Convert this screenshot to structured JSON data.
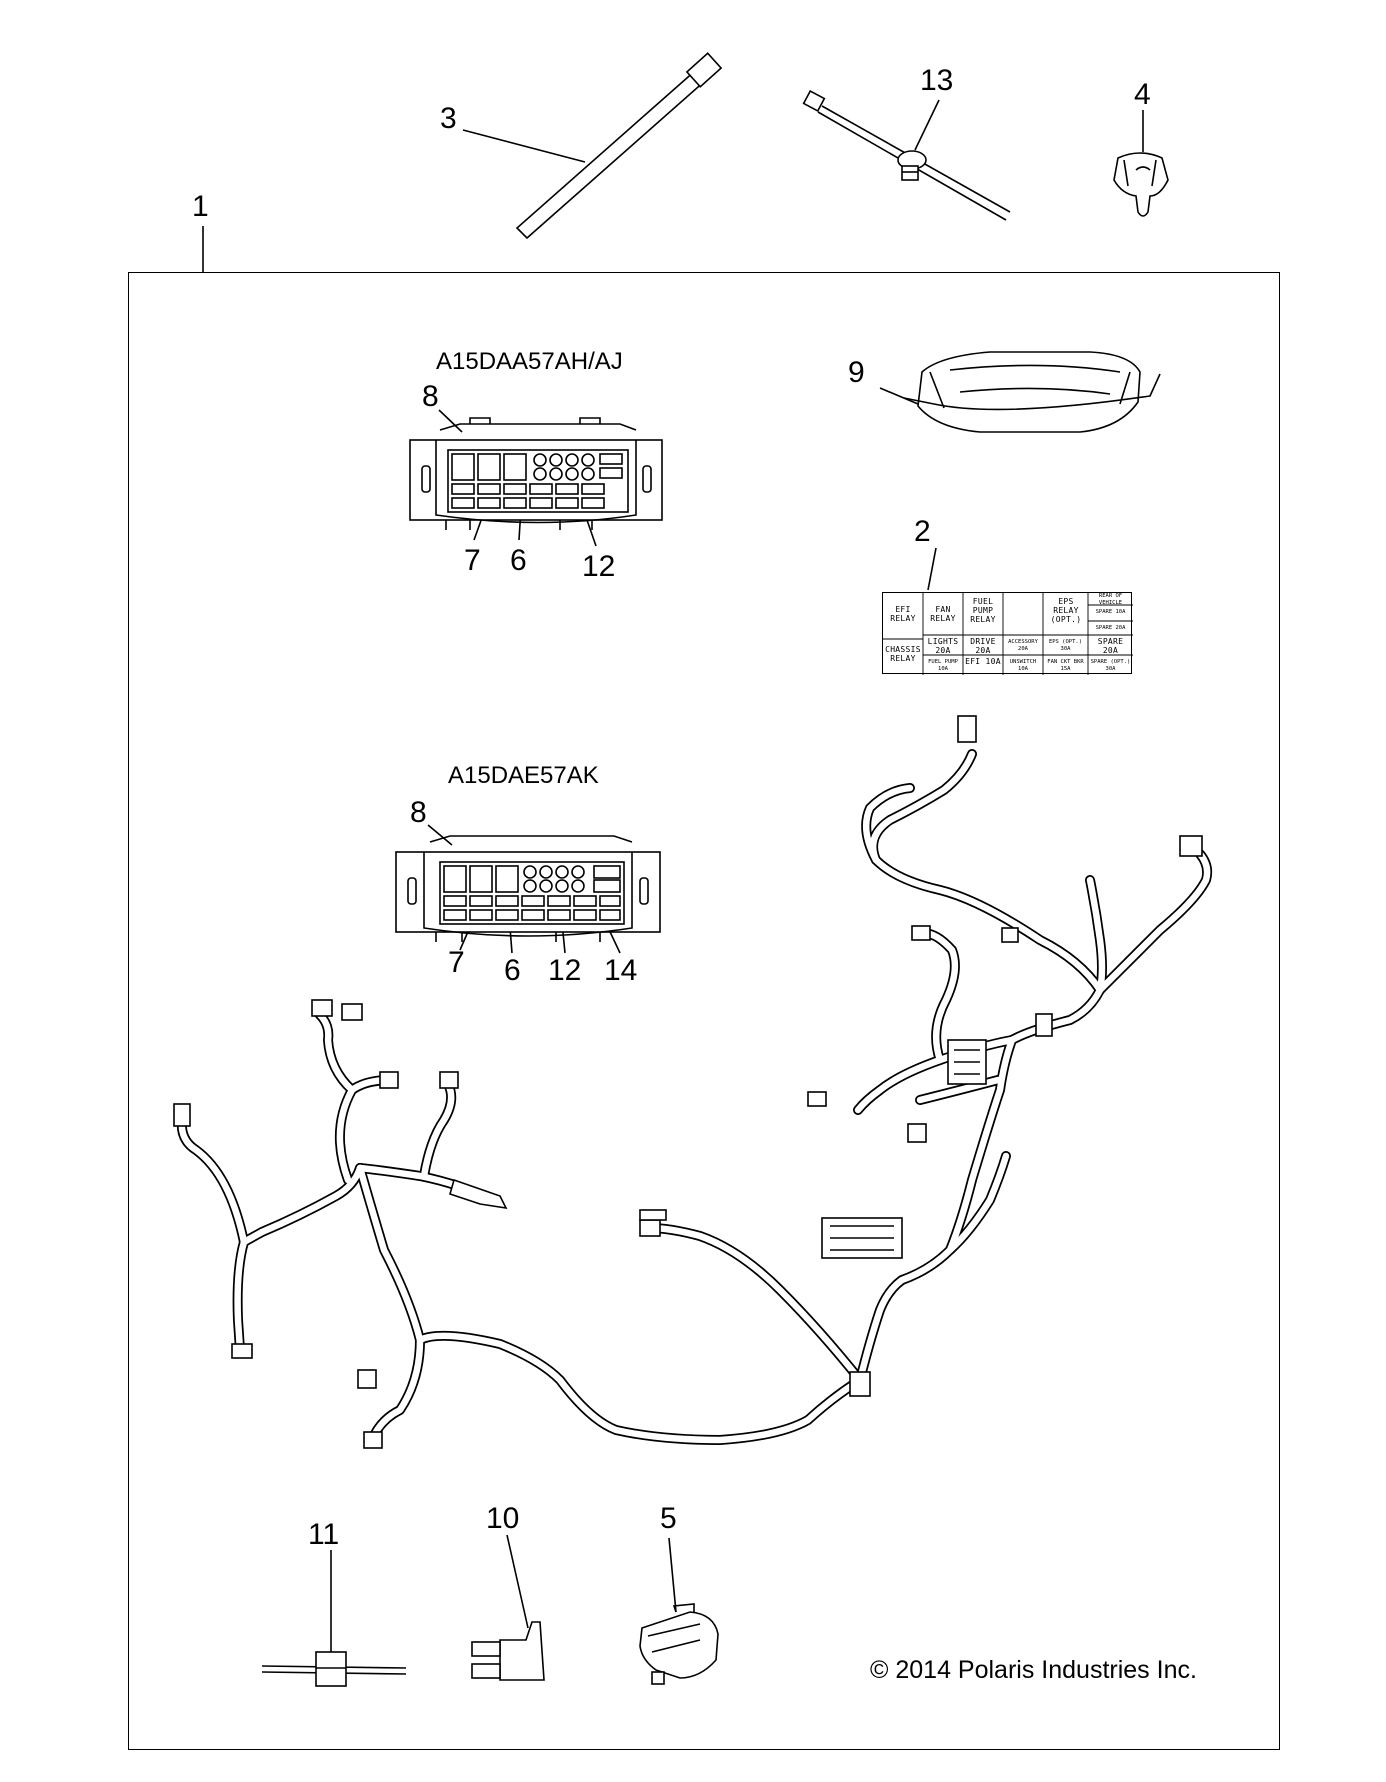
{
  "diagram": {
    "callouts": {
      "c1": "1",
      "c2": "2",
      "c3": "3",
      "c4": "4",
      "c5": "5",
      "c6a": "6",
      "c6b": "6",
      "c7a": "7",
      "c7b": "7",
      "c8a": "8",
      "c8b": "8",
      "c9": "9",
      "c10": "10",
      "c11": "11",
      "c12a": "12",
      "c12b": "12",
      "c13": "13",
      "c14": "14"
    },
    "variants": {
      "upper": "A15DAA57AH/AJ",
      "lower": "A15DAE57AK"
    },
    "fuse_label": {
      "efi_relay": "EFI RELAY",
      "fan_relay": "FAN RELAY",
      "fuel_pump_relay": "FUEL PUMP RELAY",
      "eps_relay": "EPS RELAY (OPT.)",
      "rear_of_vehicle": "REAR OF VEHICLE",
      "spare_10a": "SPARE 10A",
      "spare_20a_top": "SPARE 20A",
      "chassis_relay": "CHASSIS RELAY",
      "lights_20a": "LIGHTS 20A",
      "drive_20a": "DRIVE 20A",
      "accessory_20a": "ACCESSORY 20A",
      "eps_opt_30a": "EPS (OPT.) 30A",
      "spare_20a": "SPARE 20A",
      "fuel_pump_10a": "FUEL PUMP 10A",
      "efi_10a": "EFI 10A",
      "unswitch_10a": "UNSWITCH 10A",
      "fan_ckt_15a": "FAN CKT BKR 15A",
      "spare_opt_30a": "SPARE (OPT.) 30A"
    },
    "copyright": "© 2014 Polaris Industries Inc."
  }
}
